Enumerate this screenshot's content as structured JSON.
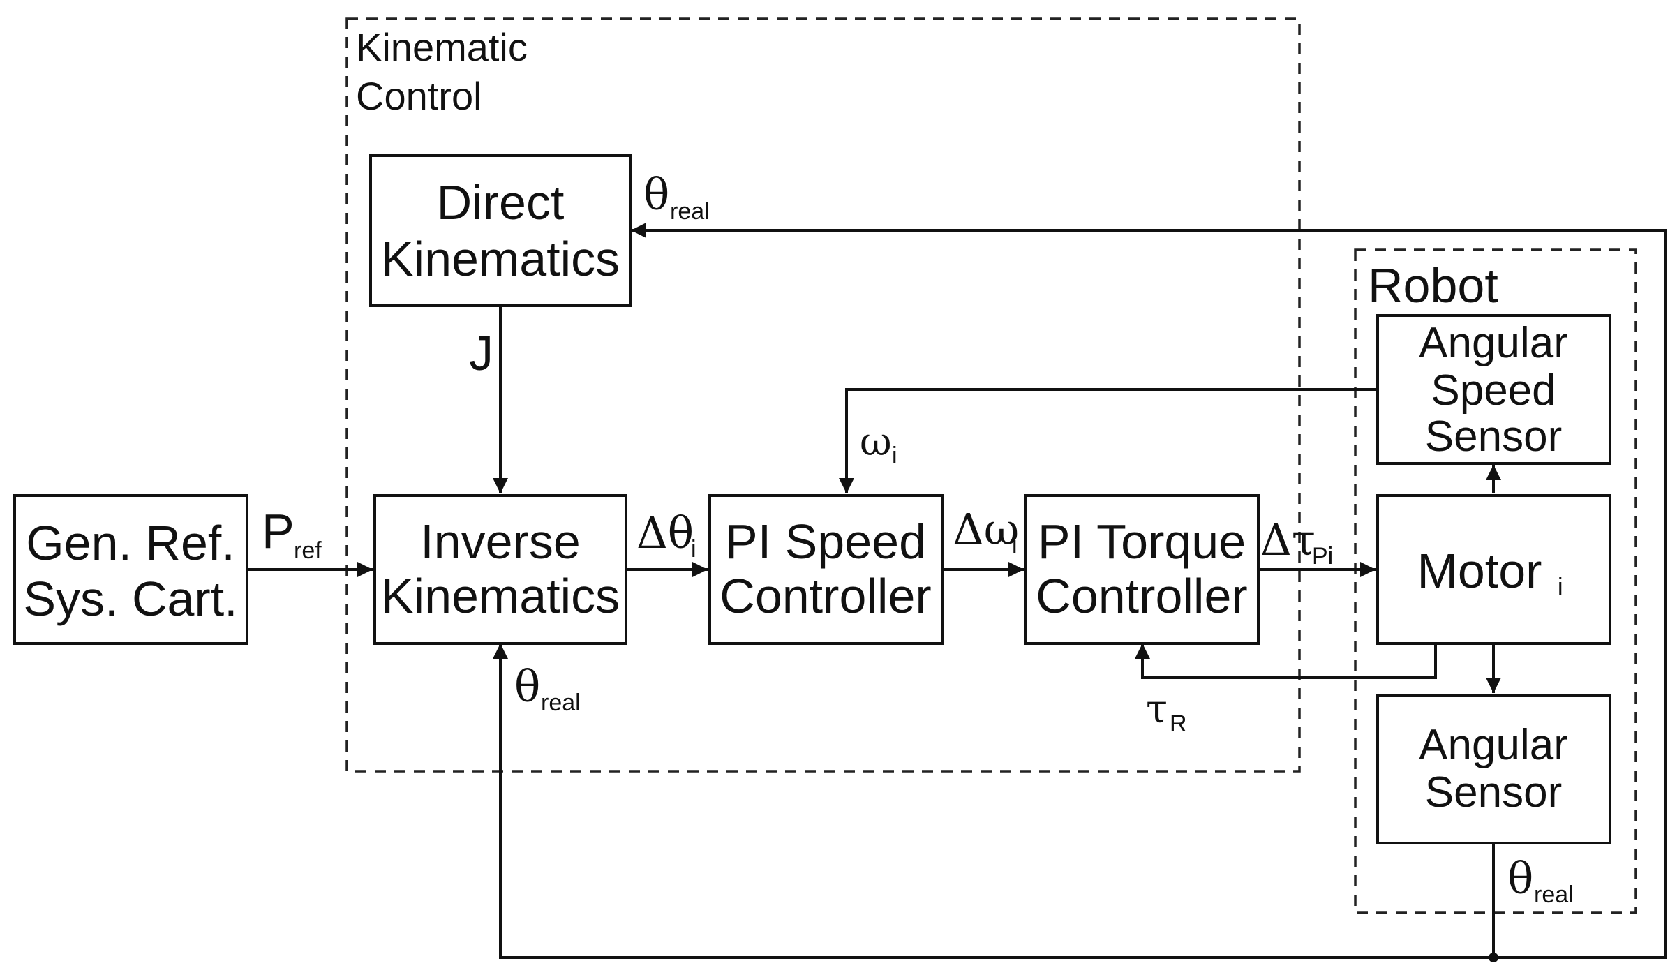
{
  "groups": {
    "kinematic_control": {
      "title_line1": "Kinematic",
      "title_line2": "Control"
    },
    "robot": {
      "title": "Robot"
    }
  },
  "blocks": {
    "gen_ref": {
      "line1": "Gen. Ref.",
      "line2": "Sys. Cart."
    },
    "direct_kinematics": {
      "line1": "Direct",
      "line2": "Kinematics"
    },
    "inverse_kinematics": {
      "line1": "Inverse",
      "line2": "Kinematics"
    },
    "pi_speed": {
      "line1": "PI Speed",
      "line2": "Controller"
    },
    "pi_torque": {
      "line1": "PI Torque",
      "line2": "Controller"
    },
    "motor": {
      "label": "Motor",
      "sub": "i"
    },
    "angular_speed_sensor": {
      "line1": "Angular",
      "line2": "Speed",
      "line3": "Sensor"
    },
    "angular_sensor": {
      "line1": "Angular",
      "line2": "Sensor"
    }
  },
  "signals": {
    "p_ref": {
      "main": "P",
      "sub": "ref"
    },
    "theta_real_top": {
      "main": "θ",
      "sub": "real"
    },
    "j": {
      "main": "J"
    },
    "delta_theta_i": {
      "main": "Δθ",
      "sub": "i"
    },
    "omega_i": {
      "main": "ω",
      "sub": "i"
    },
    "delta_omega_i": {
      "main": "Δω",
      "sub": "i"
    },
    "delta_tau_pi": {
      "main": "Δτ",
      "sub": "Pi"
    },
    "tau_r": {
      "main": "τ",
      "sub": "R"
    },
    "theta_real_bottom": {
      "main": "θ",
      "sub": "real"
    },
    "theta_real_sensor": {
      "main": "θ",
      "sub": "real"
    }
  }
}
